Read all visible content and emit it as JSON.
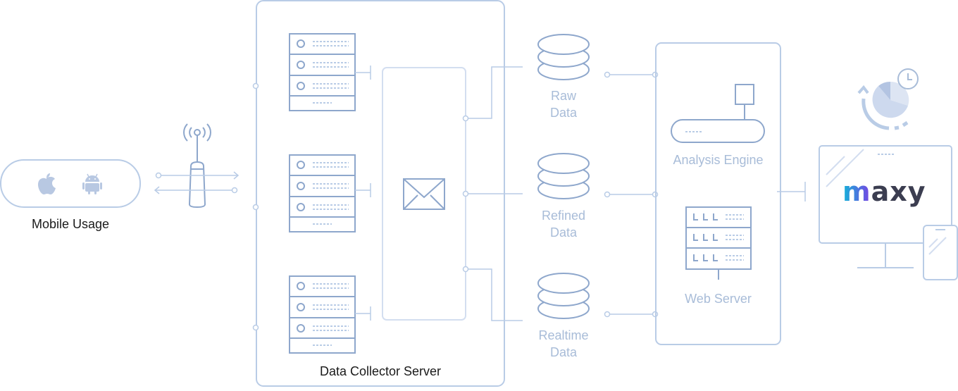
{
  "labels": {
    "mobile_usage": "Mobile Usage",
    "data_collector_server": "Data Collector Server",
    "raw_data": [
      "Raw",
      "Data"
    ],
    "refined_data": [
      "Refined",
      "Data"
    ],
    "realtime_data": [
      "Realtime",
      "Data"
    ],
    "analysis_engine": "Analysis Engine",
    "web_server": "Web Server",
    "brand": "maxy"
  },
  "icons": [
    "apple-icon",
    "android-icon",
    "antenna-icon",
    "server-rack-icon",
    "envelope-icon",
    "database-icon",
    "monitor-icon",
    "tablet-icon",
    "clock-icon",
    "pie-chart-icon"
  ],
  "colors": {
    "line": "#b9cce6",
    "stroke": "#8ea7cc",
    "icon_fill": "#b8c8e2",
    "text_dark": "#1a1a1a",
    "text_light": "#a8bcd8",
    "brand_gradient": [
      "#12b5d8",
      "#7b3fe4"
    ],
    "brand_dark": "#3b3d50"
  }
}
